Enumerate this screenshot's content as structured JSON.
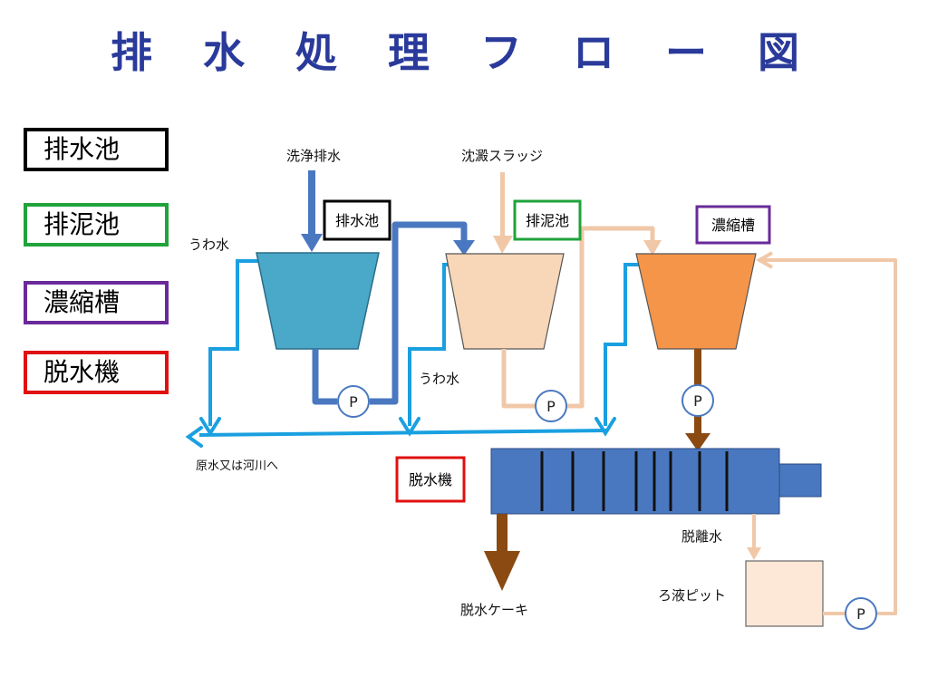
{
  "title": "排 水 処 理 フ ロ ー 図",
  "legend": [
    {
      "label": "排水池",
      "color": "#000000"
    },
    {
      "label": "排泥池",
      "color": "#1fa33a"
    },
    {
      "label": "濃縮槽",
      "color": "#6a2a9a"
    },
    {
      "label": "脱水機",
      "color": "#e01010"
    }
  ],
  "tanks": {
    "drain_tank": {
      "label": "排水池",
      "color": "#4aa8c8",
      "border": "#000000"
    },
    "sludge_tank": {
      "label": "排泥池",
      "color": "#f8d2b2",
      "border": "#1fa33a"
    },
    "thickener": {
      "label": "濃縮槽",
      "color": "#f5954a",
      "border": "#6a2a9a"
    }
  },
  "dehydrator": {
    "label": "脱水機",
    "border": "#e01010",
    "color": "#4a78c0"
  },
  "labels": {
    "wash_water": "洗浄排水",
    "sediment_sludge": "沈澱スラッジ",
    "supernatant_1": "うわ水",
    "supernatant_2": "うわ水",
    "discharge": "原水又は河川へ",
    "filtrate": "脱離水",
    "filtrate_pit": "ろ液ピット",
    "cake": "脱水ケーキ"
  },
  "pump_symbol": "P",
  "colors": {
    "blue_pipe": "#1aa0e0",
    "dark_pipe": "#4a78c0",
    "sludge_pipe": "#f0c8a8",
    "cake_pipe": "#8a4a12"
  }
}
